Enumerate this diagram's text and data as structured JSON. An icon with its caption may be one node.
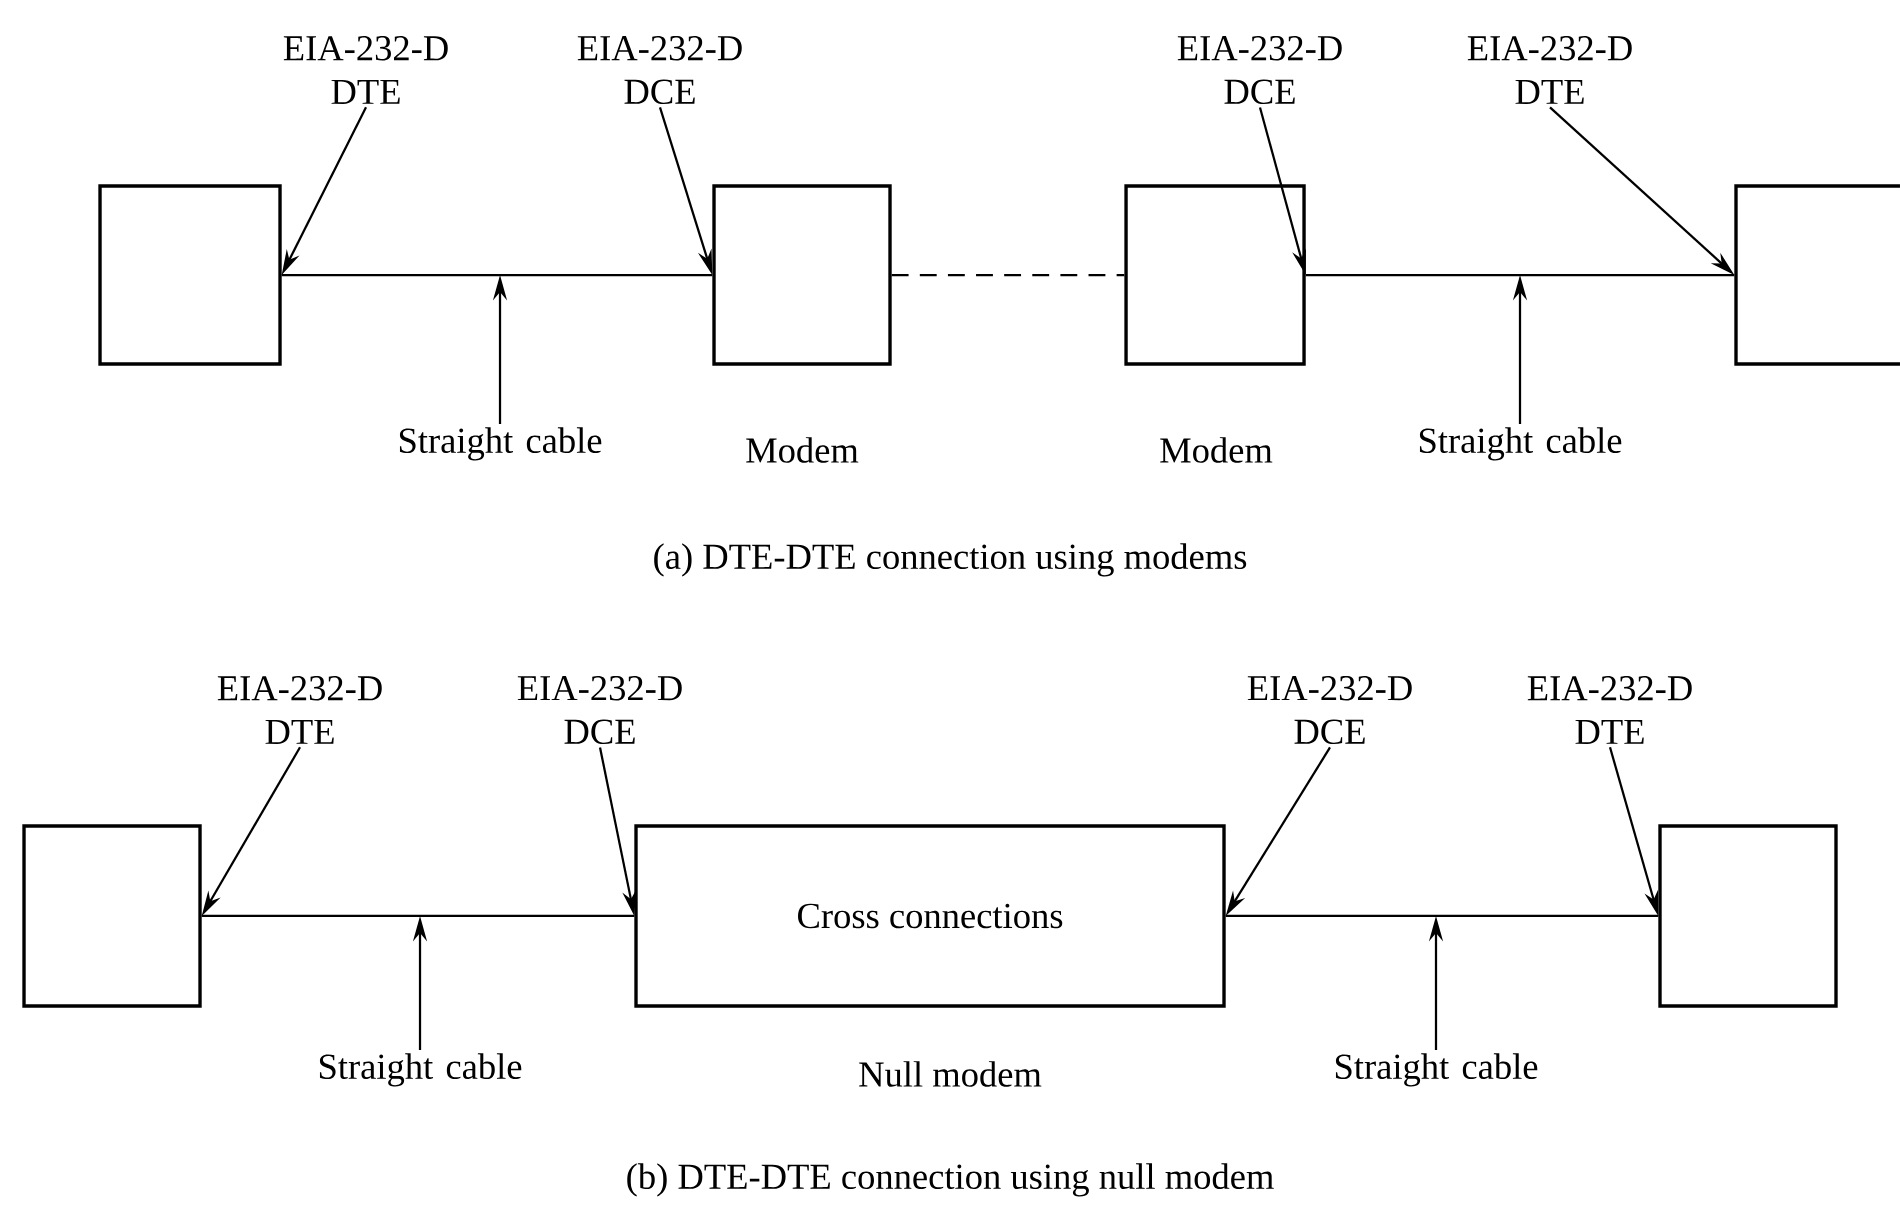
{
  "diagram": {
    "nodes": [
      {
        "text": [
          "EIA-232-D DTE"
        ]
      },
      {
        "text": [
          "EIA-232-D DCE"
        ]
      },
      {
        "text": [
          "EIA-232-D DCE"
        ]
      },
      {
        "text": [
          "EIA-232-D DTE"
        ]
      },
      {
        "text": [],
        "shape": "box"
      },
      {
        "text": [],
        "shape": "box",
        "beside": [
          "Modem"
        ]
      },
      {
        "text": [],
        "shape": "box",
        "beside": [
          "Modem"
        ]
      },
      {
        "text": [],
        "shape": "box"
      },
      {
        "text": [
          "Straight cable"
        ]
      },
      {
        "text": [
          "Straight cable"
        ]
      },
      {
        "text": [
          "EIA-232-D DTE"
        ]
      },
      {
        "text": [
          "EIA-232-D DCE"
        ]
      },
      {
        "text": [
          "EIA-232-D DCE"
        ]
      },
      {
        "text": [
          "EIA-232-D DTE"
        ]
      },
      {
        "text": [],
        "shape": "box"
      },
      {
        "text": [
          "Cross connections"
        ],
        "beside": [
          "Null modem"
        ]
      },
      {
        "text": [],
        "shape": "box"
      },
      {
        "text": [
          "Straight cable"
        ]
      },
      {
        "text": [
          "Straight cable"
        ]
      }
    ],
    "edges": [
      {
        "from": 4,
        "to": 5,
        "arrow": "none"
      },
      {
        "from": 5,
        "to": 6,
        "arrow": "none",
        "style": "dashed"
      },
      {
        "from": 6,
        "to": 7,
        "arrow": "none"
      },
      {
        "from": 14,
        "to": 15,
        "arrow": "none"
      },
      {
        "from": 15,
        "to": 16,
        "arrow": "none"
      },
      {
        "from": 0,
        "to": 4,
        "arrow": "to"
      },
      {
        "from": 1,
        "to": 5,
        "arrow": "to"
      },
      {
        "from": 2,
        "to": 6,
        "arrow": "to"
      },
      {
        "from": 3,
        "to": 7,
        "arrow": "to"
      },
      {
        "from": 8,
        "to": null,
        "arrow": "to"
      },
      {
        "from": 9,
        "to": null,
        "arrow": "to"
      },
      {
        "from": 10,
        "to": 14,
        "arrow": "to"
      },
      {
        "from": 11,
        "to": 15,
        "arrow": "to"
      },
      {
        "from": 12,
        "to": 15,
        "arrow": "to"
      },
      {
        "from": 13,
        "to": 16,
        "arrow": "to"
      },
      {
        "from": 17,
        "to": null,
        "arrow": "to"
      },
      {
        "from": 18,
        "to": null,
        "arrow": "to"
      }
    ],
    "labels": [
      "(a) DTE-DTE connection using modems",
      "(b) DTE-DTE connection using null modem"
    ]
  }
}
